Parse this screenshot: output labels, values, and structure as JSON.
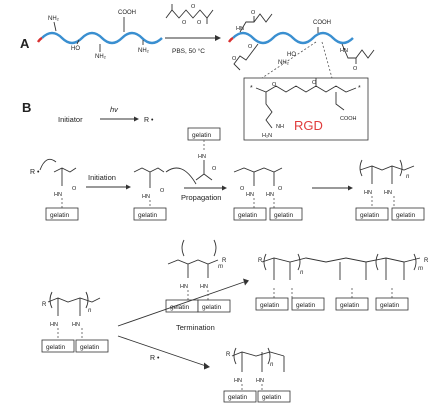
{
  "panels": {
    "a": "A",
    "b": "B"
  },
  "reaction": {
    "conditions": "PBS, 50 °C"
  },
  "groups": {
    "amine": "NH₂",
    "hydroxyl": "HO",
    "carboxyl": "COOH",
    "amide": "HN",
    "carbonyl_o": "O",
    "carboxylate": "COOH"
  },
  "rgd": {
    "label": "RGD",
    "star": "*",
    "h2n": "H₂N",
    "imine": "NH"
  },
  "steps": {
    "initiator": "Initiator",
    "hv": "hv",
    "radical": "R •",
    "initiation": "Initiation",
    "propagation": "Propagation",
    "termination": "Termination"
  },
  "box": {
    "gelatin": "gelatin"
  },
  "subscripts": {
    "n": "n",
    "m": "m",
    "r": "R"
  },
  "colors": {
    "chain": "#3a8fd0",
    "accent": "#d93030",
    "rgd_text": "#e03c3c"
  }
}
